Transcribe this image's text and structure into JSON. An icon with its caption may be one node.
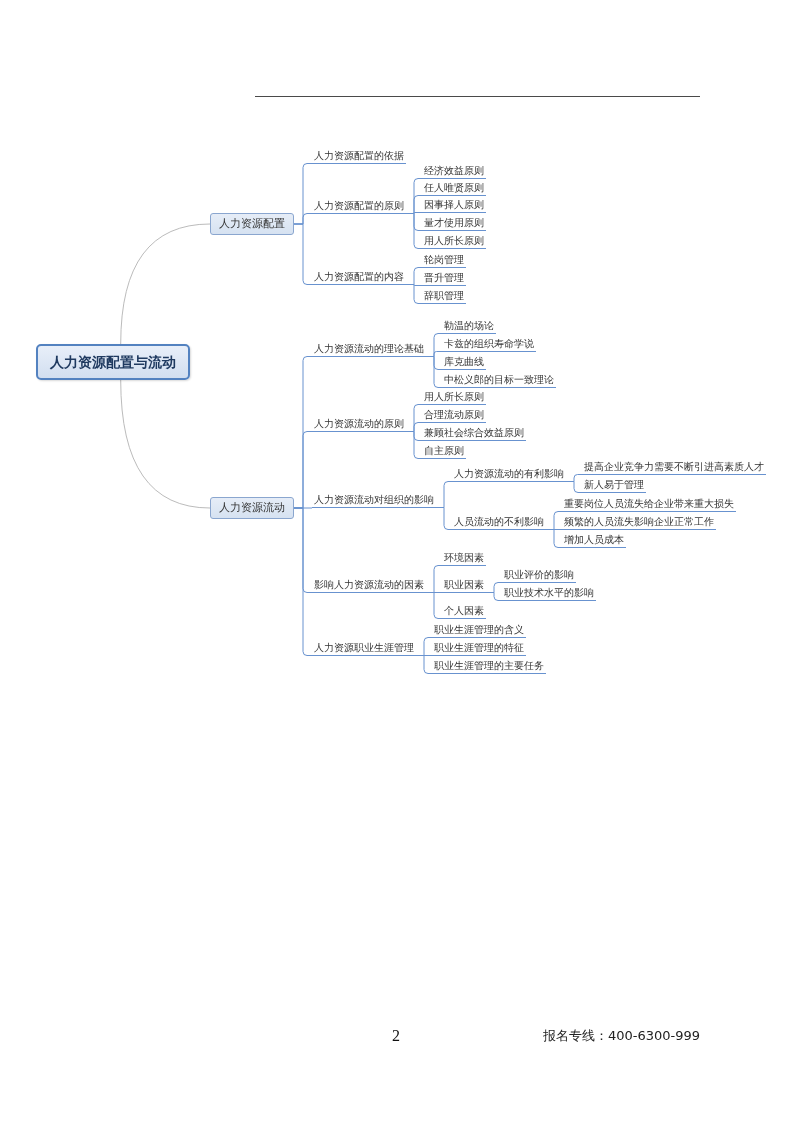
{
  "diagram": {
    "nodes": [
      {
        "text": [
          "人力资源配置与流动"
        ]
      },
      {
        "text": [
          "人力资源配置"
        ]
      },
      {
        "text": [
          "人力资源配置的依据"
        ]
      },
      {
        "text": [
          "人力资源配置的原则"
        ]
      },
      {
        "text": [
          "经济效益原则"
        ]
      },
      {
        "text": [
          "任人唯贤原则"
        ]
      },
      {
        "text": [
          "因事择人原则"
        ]
      },
      {
        "text": [
          "量才使用原则"
        ]
      },
      {
        "text": [
          "用人所长原则"
        ]
      },
      {
        "text": [
          "人力资源配置的内容"
        ]
      },
      {
        "text": [
          "轮岗管理"
        ]
      },
      {
        "text": [
          "晋升管理"
        ]
      },
      {
        "text": [
          "辞职管理"
        ]
      },
      {
        "text": [
          "人力资源流动"
        ]
      },
      {
        "text": [
          "人力资源流动的理论基础"
        ]
      },
      {
        "text": [
          "勒温的场论"
        ]
      },
      {
        "text": [
          "卡兹的组织寿命学说"
        ]
      },
      {
        "text": [
          "库克曲线"
        ]
      },
      {
        "text": [
          "中松义郎的目标一致理论"
        ]
      },
      {
        "text": [
          "人力资源流动的原则"
        ]
      },
      {
        "text": [
          "用人所长原则"
        ]
      },
      {
        "text": [
          "合理流动原则"
        ]
      },
      {
        "text": [
          "兼顾社会综合效益原则"
        ]
      },
      {
        "text": [
          "自主原则"
        ]
      },
      {
        "text": [
          "人力资源流动对组织的影响"
        ]
      },
      {
        "text": [
          "人力资源流动的有利影响"
        ]
      },
      {
        "text": [
          "提高企业竞争力需要不断引进高素质人才"
        ]
      },
      {
        "text": [
          "新人易于管理"
        ]
      },
      {
        "text": [
          "人员流动的不利影响"
        ]
      },
      {
        "text": [
          "重要岗位人员流失给企业带来重大损失"
        ]
      },
      {
        "text": [
          "频繁的人员流失影响企业正常工作"
        ]
      },
      {
        "text": [
          "增加人员成本"
        ]
      },
      {
        "text": [
          "影响人力资源流动的因素"
        ]
      },
      {
        "text": [
          "环境因素"
        ]
      },
      {
        "text": [
          "职业因素"
        ]
      },
      {
        "text": [
          "职业评价的影响"
        ]
      },
      {
        "text": [
          "职业技术水平的影响"
        ]
      },
      {
        "text": [
          "个人因素"
        ]
      },
      {
        "text": [
          "人力资源职业生涯管理"
        ]
      },
      {
        "text": [
          "职业生涯管理的含义"
        ]
      },
      {
        "text": [
          "职业生涯管理的特征"
        ]
      },
      {
        "text": [
          "职业生涯管理的主要任务"
        ]
      }
    ],
    "edges": [
      {
        "from": 0,
        "to": 1,
        "arrow": "none",
        "color": "#b3b3b3"
      },
      {
        "from": 1,
        "to": 2,
        "arrow": "none"
      },
      {
        "from": 1,
        "to": 3,
        "arrow": "none"
      },
      {
        "from": 3,
        "to": 4,
        "arrow": "none"
      },
      {
        "from": 3,
        "to": 5,
        "arrow": "none"
      },
      {
        "from": 3,
        "to": 6,
        "arrow": "none"
      },
      {
        "from": 3,
        "to": 7,
        "arrow": "none"
      },
      {
        "from": 3,
        "to": 8,
        "arrow": "none"
      },
      {
        "from": 1,
        "to": 9,
        "arrow": "none"
      },
      {
        "from": 9,
        "to": 10,
        "arrow": "none"
      },
      {
        "from": 9,
        "to": 11,
        "arrow": "none"
      },
      {
        "from": 9,
        "to": 12,
        "arrow": "none"
      },
      {
        "from": 0,
        "to": 13,
        "arrow": "none",
        "color": "#b3b3b3"
      },
      {
        "from": 13,
        "to": 14,
        "arrow": "none"
      },
      {
        "from": 14,
        "to": 15,
        "arrow": "none"
      },
      {
        "from": 14,
        "to": 16,
        "arrow": "none"
      },
      {
        "from": 14,
        "to": 17,
        "arrow": "none"
      },
      {
        "from": 14,
        "to": 18,
        "arrow": "none"
      },
      {
        "from": 13,
        "to": 19,
        "arrow": "none"
      },
      {
        "from": 19,
        "to": 20,
        "arrow": "none"
      },
      {
        "from": 19,
        "to": 21,
        "arrow": "none"
      },
      {
        "from": 19,
        "to": 22,
        "arrow": "none"
      },
      {
        "from": 19,
        "to": 23,
        "arrow": "none"
      },
      {
        "from": 13,
        "to": 24,
        "arrow": "none"
      },
      {
        "from": 24,
        "to": 25,
        "arrow": "none"
      },
      {
        "from": 25,
        "to": 26,
        "arrow": "none"
      },
      {
        "from": 25,
        "to": 27,
        "arrow": "none"
      },
      {
        "from": 24,
        "to": 28,
        "arrow": "none"
      },
      {
        "from": 28,
        "to": 29,
        "arrow": "none"
      },
      {
        "from": 28,
        "to": 30,
        "arrow": "none"
      },
      {
        "from": 28,
        "to": 31,
        "arrow": "none"
      },
      {
        "from": 13,
        "to": 32,
        "arrow": "none"
      },
      {
        "from": 32,
        "to": 33,
        "arrow": "none"
      },
      {
        "from": 32,
        "to": 34,
        "arrow": "none"
      },
      {
        "from": 34,
        "to": 35,
        "arrow": "none"
      },
      {
        "from": 34,
        "to": 36,
        "arrow": "none"
      },
      {
        "from": 32,
        "to": 37,
        "arrow": "none"
      },
      {
        "from": 13,
        "to": 38,
        "arrow": "none"
      },
      {
        "from": 38,
        "to": 39,
        "arrow": "none"
      },
      {
        "from": 38,
        "to": 40,
        "arrow": "none"
      },
      {
        "from": 38,
        "to": 41,
        "arrow": "none"
      }
    ],
    "labels": [
      "2",
      "报名专线：400-6300-999"
    ]
  }
}
